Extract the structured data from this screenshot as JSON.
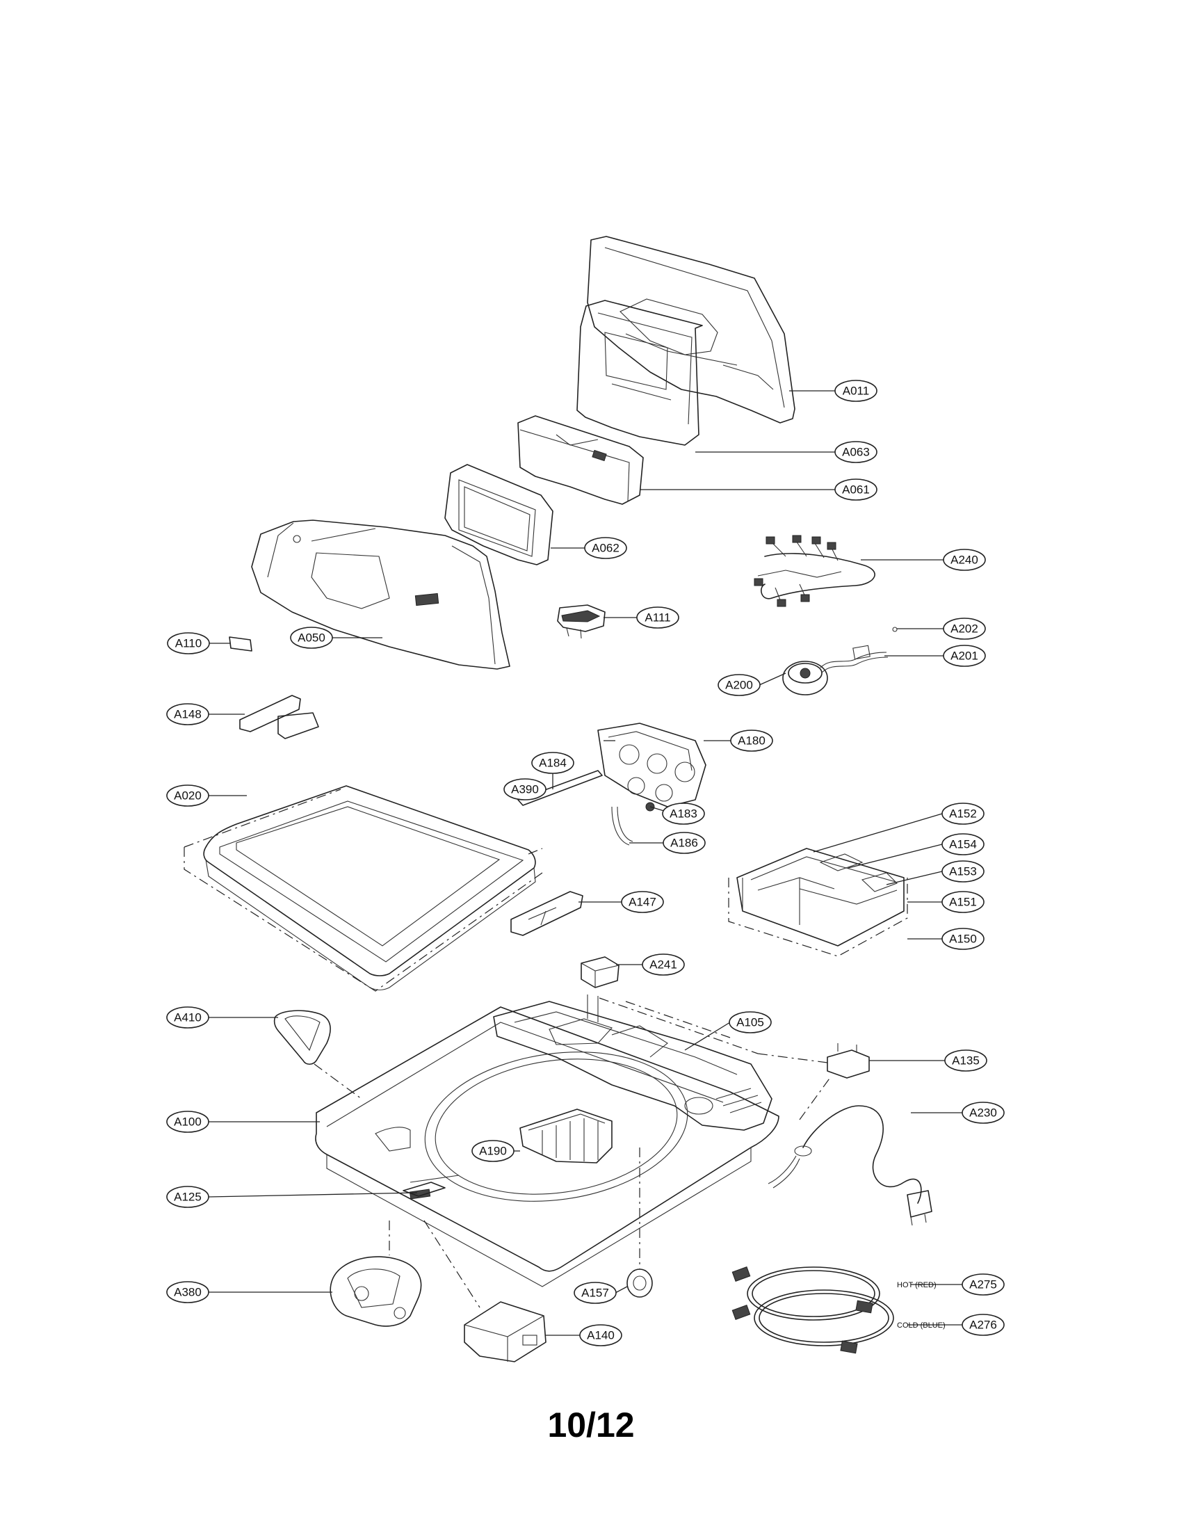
{
  "callouts": [
    {
      "id": "A011",
      "label": "A011"
    },
    {
      "id": "A063",
      "label": "A063"
    },
    {
      "id": "A061",
      "label": "A061"
    },
    {
      "id": "A062",
      "label": "A062"
    },
    {
      "id": "A240",
      "label": "A240"
    },
    {
      "id": "A111",
      "label": "A111"
    },
    {
      "id": "A202",
      "label": "A202"
    },
    {
      "id": "A110",
      "label": "A110"
    },
    {
      "id": "A050",
      "label": "A050"
    },
    {
      "id": "A201",
      "label": "A201"
    },
    {
      "id": "A200",
      "label": "A200"
    },
    {
      "id": "A148",
      "label": "A148"
    },
    {
      "id": "A184",
      "label": "A184"
    },
    {
      "id": "A180",
      "label": "A180"
    },
    {
      "id": "A390",
      "label": "A390"
    },
    {
      "id": "A020",
      "label": "A020"
    },
    {
      "id": "A183",
      "label": "A183"
    },
    {
      "id": "A152",
      "label": "A152"
    },
    {
      "id": "A186",
      "label": "A186"
    },
    {
      "id": "A154",
      "label": "A154"
    },
    {
      "id": "A153",
      "label": "A153"
    },
    {
      "id": "A147",
      "label": "A147"
    },
    {
      "id": "A151",
      "label": "A151"
    },
    {
      "id": "A150",
      "label": "A150"
    },
    {
      "id": "A241",
      "label": "A241"
    },
    {
      "id": "A410",
      "label": "A410"
    },
    {
      "id": "A105",
      "label": "A105"
    },
    {
      "id": "A135",
      "label": "A135"
    },
    {
      "id": "A100",
      "label": "A100"
    },
    {
      "id": "A230",
      "label": "A230"
    },
    {
      "id": "A190",
      "label": "A190"
    },
    {
      "id": "A125",
      "label": "A125"
    },
    {
      "id": "A275",
      "label": "A275"
    },
    {
      "id": "A380",
      "label": "A380"
    },
    {
      "id": "A157",
      "label": "A157"
    },
    {
      "id": "A276",
      "label": "A276"
    },
    {
      "id": "A140",
      "label": "A140"
    }
  ],
  "hose_notes": {
    "hot": "HOT (RED)",
    "cold": "COLD (BLUE)"
  },
  "page_number": "10/12"
}
